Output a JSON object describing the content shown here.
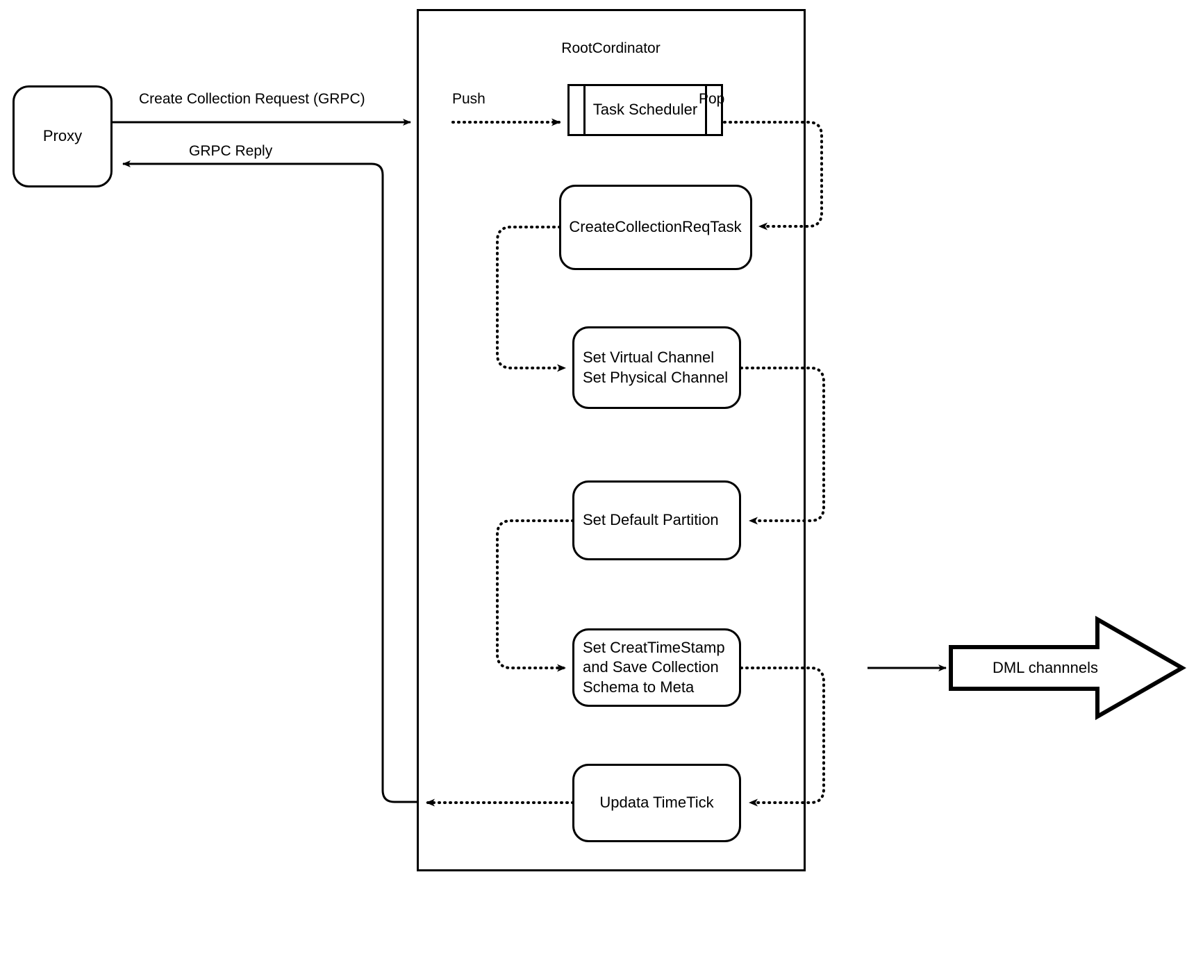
{
  "diagram": {
    "title_container": "RootCordinator",
    "external": {
      "proxy_label": "Proxy",
      "dml_channels_label": "DML channnels"
    },
    "edge_labels": {
      "request": "Create Collection Request (GRPC)",
      "reply": "GRPC Reply",
      "push": "Push",
      "pop": "Pop"
    },
    "nodes": [
      {
        "id": "task-scheduler",
        "label": "Task Scheduler",
        "shape": "queue"
      },
      {
        "id": "create-collection-req-task",
        "label": "CreateCollectionReqTask",
        "shape": "rounded-rect"
      },
      {
        "id": "set-channels",
        "label": "Set Virtual Channel\nSet Physical Channel",
        "shape": "rounded-rect"
      },
      {
        "id": "set-default-partition",
        "label": "Set Default Partition",
        "shape": "rounded-rect"
      },
      {
        "id": "set-create-timestamp",
        "label": "Set CreatTimeStamp\nand Save Collection\nSchema to Meta",
        "shape": "rounded-rect"
      },
      {
        "id": "update-timetick",
        "label": "Updata TimeTick",
        "shape": "rounded-rect"
      }
    ],
    "colors": {
      "stroke": "#000000",
      "fill": "#ffffff",
      "text": "#000000"
    }
  }
}
